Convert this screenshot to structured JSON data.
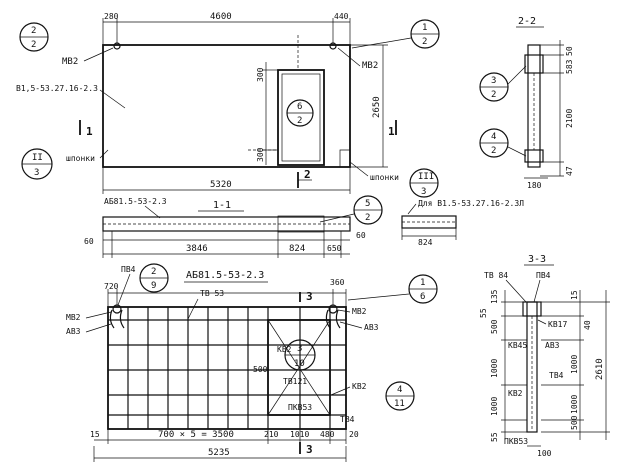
{
  "panel": {
    "dim_left_margin": "280",
    "dim_top": "4600",
    "dim_right_margin": "440",
    "dim_bottom_width": "5320",
    "dim_height": "2650",
    "dim_opening_top": "300",
    "dim_opening_bottom": "300",
    "label_mb2_left": "МВ2",
    "label_mb2_right": "МВ2",
    "label_mark": "В1,5-53.27.16-2.3",
    "label_keys": "шпонки",
    "label_keys_right": "шпонки",
    "cut_1_left": "1",
    "cut_1_right": "1",
    "cut_2": "2",
    "callout_2_2": {
      "top": "2",
      "bottom": "2"
    },
    "callout_1_2": {
      "top": "1",
      "bottom": "2"
    },
    "callout_6_2": {
      "top": "6",
      "bottom": "2"
    },
    "callout_II_3": {
      "top": "II",
      "bottom": "3"
    },
    "callout_III_3": {
      "top": "III",
      "bottom": "3"
    }
  },
  "section22": {
    "title": "2-2",
    "dim_50": "50",
    "dim_583": "583",
    "dim_2100": "2100",
    "dim_47": "47",
    "dim_180": "180",
    "callout_3_2": {
      "top": "3",
      "bottom": "2"
    },
    "callout_4_2": {
      "top": "4",
      "bottom": "2"
    }
  },
  "section11": {
    "title": "1-1",
    "label_ab": "АБ81.5-53-2.3",
    "dim_60_left": "60",
    "dim_60_right": "60",
    "dim_3846": "3846",
    "dim_824": "824",
    "dim_650": "650",
    "callout_5_2": {
      "top": "5",
      "bottom": "2"
    },
    "note_for": "Для В1.5-53.27.16-2.3Л",
    "dim_824_small": "824"
  },
  "cage": {
    "title": "АБ81.5-53-2.3",
    "label_pb4_top": "ПВ4",
    "label_tb53": "ТВ 53",
    "label_mb2_left": "МВ2",
    "label_ab3_left": "АВ3",
    "label_mb2_right": "МВ2",
    "label_ab3_right": "АВ3",
    "label_kb2": "КВ2",
    "label_tb121": "ТВ121",
    "label_500": "500",
    "label_pkb53": "ПКВ53",
    "label_tb4": "ТВ4",
    "dim_720": "720",
    "dim_360": "360",
    "dim_15": "15",
    "dim_spacing": "700 × 5 = 3500",
    "dim_210": "210",
    "dim_1010": "1010",
    "dim_480": "480",
    "dim_20": "20",
    "dim_total": "5235",
    "cut_3_top": "3",
    "cut_3_bottom": "3",
    "callout_2_9": {
      "top": "2",
      "bottom": "9"
    },
    "callout_1_6": {
      "top": "1",
      "bottom": "6"
    },
    "callout_3_10": {
      "top": "3",
      "bottom": "10"
    },
    "callout_4_11": {
      "top": "4",
      "bottom": "11"
    }
  },
  "section33": {
    "title": "3-3",
    "label_tb84": "ТВ 84",
    "label_pb4": "ПВ4",
    "label_kb17": "КВ17",
    "label_kb45": "КВ45",
    "label_ab3": "АВ3",
    "label_kb2": "КВ2",
    "label_tb4": "ТВ4",
    "label_pkb53": "ПКВ53",
    "dim_55_top": "55",
    "dim_135": "135",
    "dim_500_top": "500",
    "dim_1000_a": "1000",
    "dim_1000_b": "1000",
    "dim_1000_left": "1000",
    "dim_1000_left2": "1000",
    "dim_500_bottom": "500",
    "dim_55_bottom": "55",
    "dim_15": "15",
    "dim_40": "40",
    "dim_2610": "2610",
    "dim_100": "100"
  }
}
